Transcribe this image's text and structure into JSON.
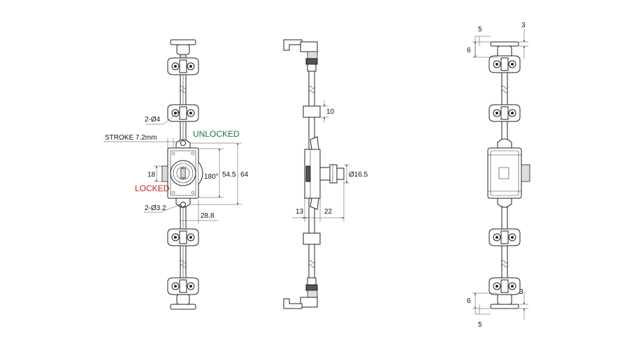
{
  "colors": {
    "unlocked": "#1a7a3a",
    "locked": "#cc2222",
    "line": "#222222"
  },
  "front_view": {
    "screw_holes_top": "2-Ø4",
    "stroke": "STROKE 7.2mm",
    "unlocked_label": "UNLOCKED",
    "locked_label": "LOCKED",
    "dim_18": "18",
    "rotation": "180°",
    "dim_54_5": "54.5",
    "dim_64": "64",
    "screw_holes_bottom": "2-Ø3.2",
    "dim_28_8": "28.8"
  },
  "side_view": {
    "dim_10": "10",
    "dim_dia": "Ø16.5",
    "dim_13": "13",
    "dim_22": "22"
  },
  "rear_view": {
    "top_5": "5",
    "top_3": "3",
    "top_6": "6",
    "bottom_3": "3",
    "bottom_6": "6",
    "bottom_5": "5"
  }
}
